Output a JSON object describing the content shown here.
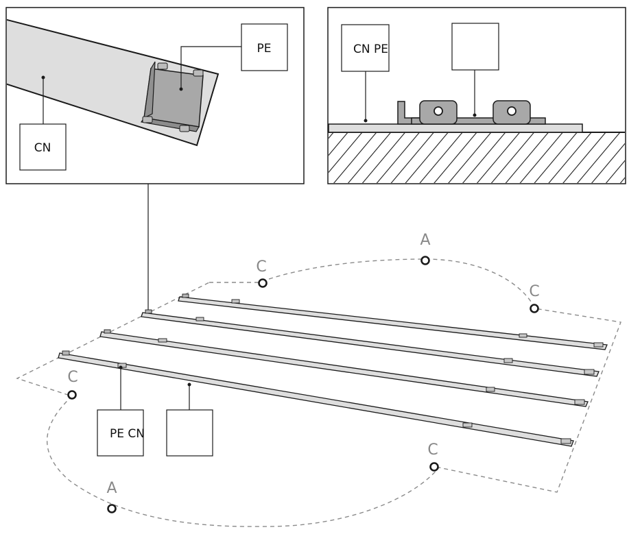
{
  "labels": {
    "detail1_pe": "PE",
    "detail1_cn": "CN",
    "detail2_cnpe": "CN PE",
    "detail2_empty": "",
    "main_pecn": "PE CN",
    "main_empty": ""
  },
  "markers": [
    "A",
    "A",
    "C",
    "C",
    "C",
    "C"
  ],
  "colors": {
    "strip_fill": "#dedede",
    "bracket_fill": "#a8a8a8",
    "line": "#1a1a1a",
    "boundary": "#8a8a8a"
  }
}
